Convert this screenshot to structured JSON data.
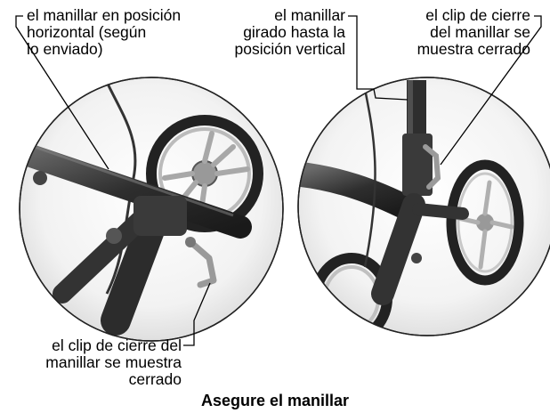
{
  "labels": {
    "left_top": "el manillar en posición\nhorizontal (según\nlo enviado)",
    "mid_top": "el manillar\ngirado hasta la\nposición vertical",
    "right_top": "el clip de cierre\ndel manillar se\nmuestra cerrado",
    "left_bottom": "el clip de cierre del\nmanillar se muestra\ncerrado"
  },
  "caption": "Asegure el manillar"
}
